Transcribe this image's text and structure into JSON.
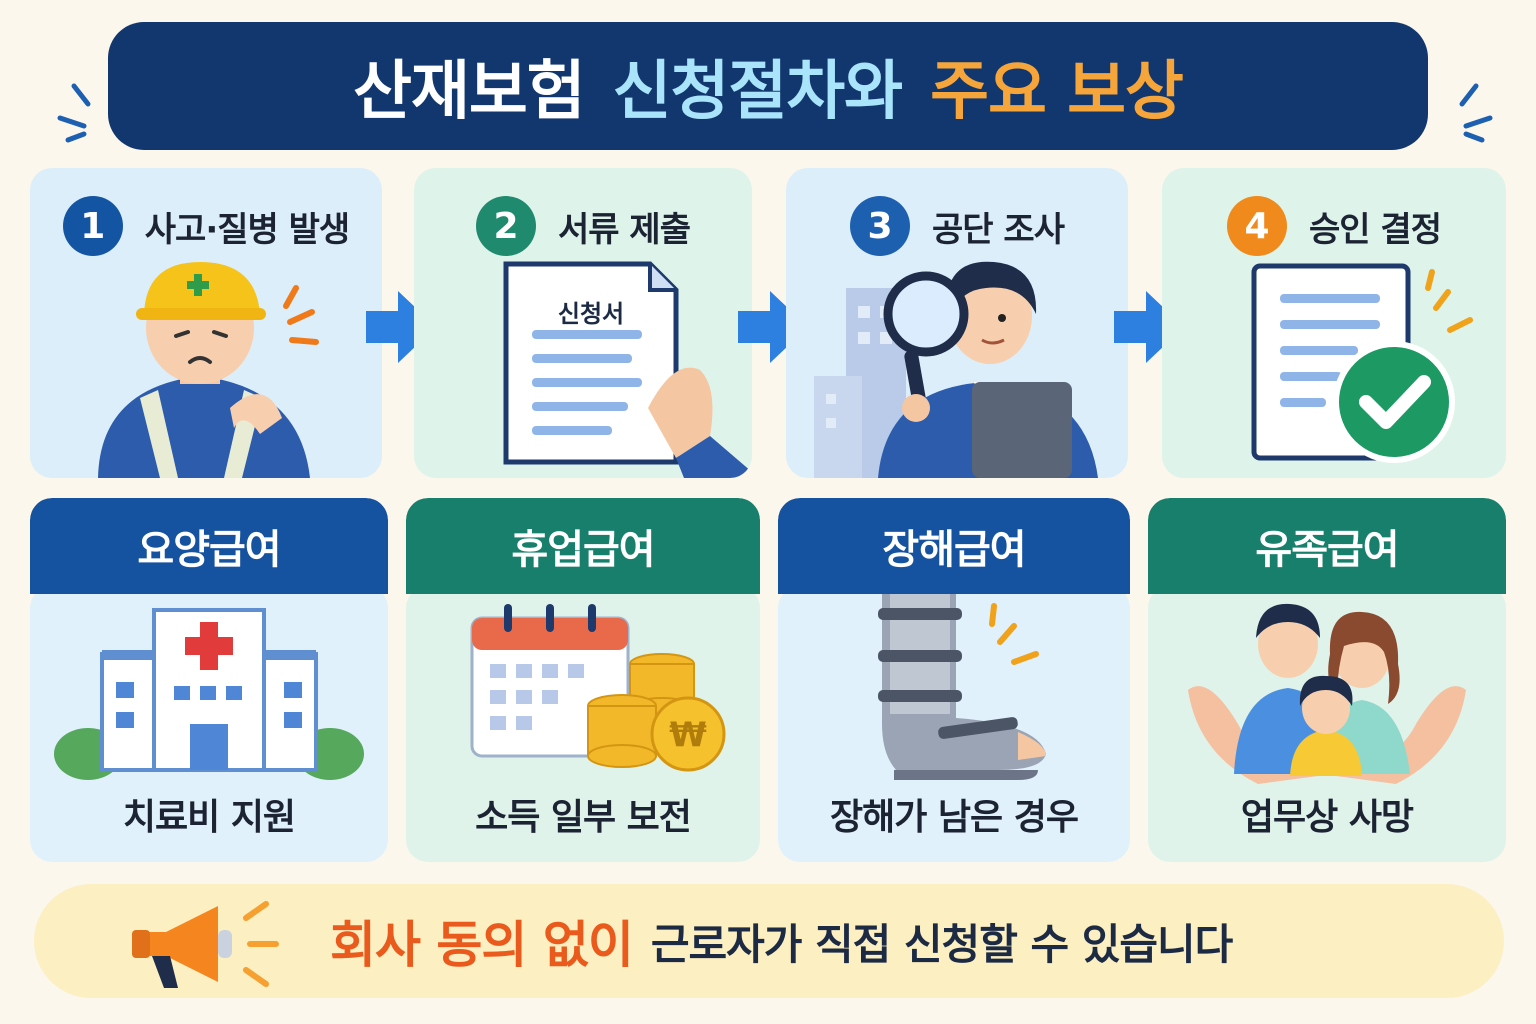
{
  "title": {
    "part1": "산재보험",
    "part2": "신청절차와",
    "part3": "주요 보상"
  },
  "steps": [
    {
      "number": "1",
      "label": "사고·질병 발생",
      "color": "#1455a3",
      "card_bg": "#dceefa"
    },
    {
      "number": "2",
      "label": "서류 제출",
      "color": "#1f8a6e",
      "card_bg": "#def3ea",
      "doc_title": "신청서"
    },
    {
      "number": "3",
      "label": "공단 조사",
      "color": "#1e60b0",
      "card_bg": "#dceefa"
    },
    {
      "number": "4",
      "label": "승인 결정",
      "color": "#f08a1d",
      "card_bg": "#def3ea"
    }
  ],
  "benefits": [
    {
      "title": "요양급여",
      "caption": "치료비 지원",
      "head_color": "#1552a0",
      "body_bg": "#e0f1fb"
    },
    {
      "title": "휴업급여",
      "caption": "소득 일부 보전",
      "head_color": "#177f6b",
      "body_bg": "#dff3ea"
    },
    {
      "title": "장해급여",
      "caption": "장해가 남은 경우",
      "head_color": "#1552a0",
      "body_bg": "#e0f1fb"
    },
    {
      "title": "유족급여",
      "caption": "업무상 사망",
      "head_color": "#177f6b",
      "body_bg": "#dff3ea"
    }
  ],
  "notice": {
    "strong": "회사 동의 없이",
    "rest": "근로자가 직접 신청할 수 있습니다"
  },
  "icons": [
    "worker-icon",
    "application-form-icon",
    "inspector-icon",
    "approved-document-icon",
    "hospital-icon",
    "calendar-coins-icon",
    "leg-brace-icon",
    "family-hands-icon",
    "megaphone-icon",
    "arrow-right-icon"
  ]
}
